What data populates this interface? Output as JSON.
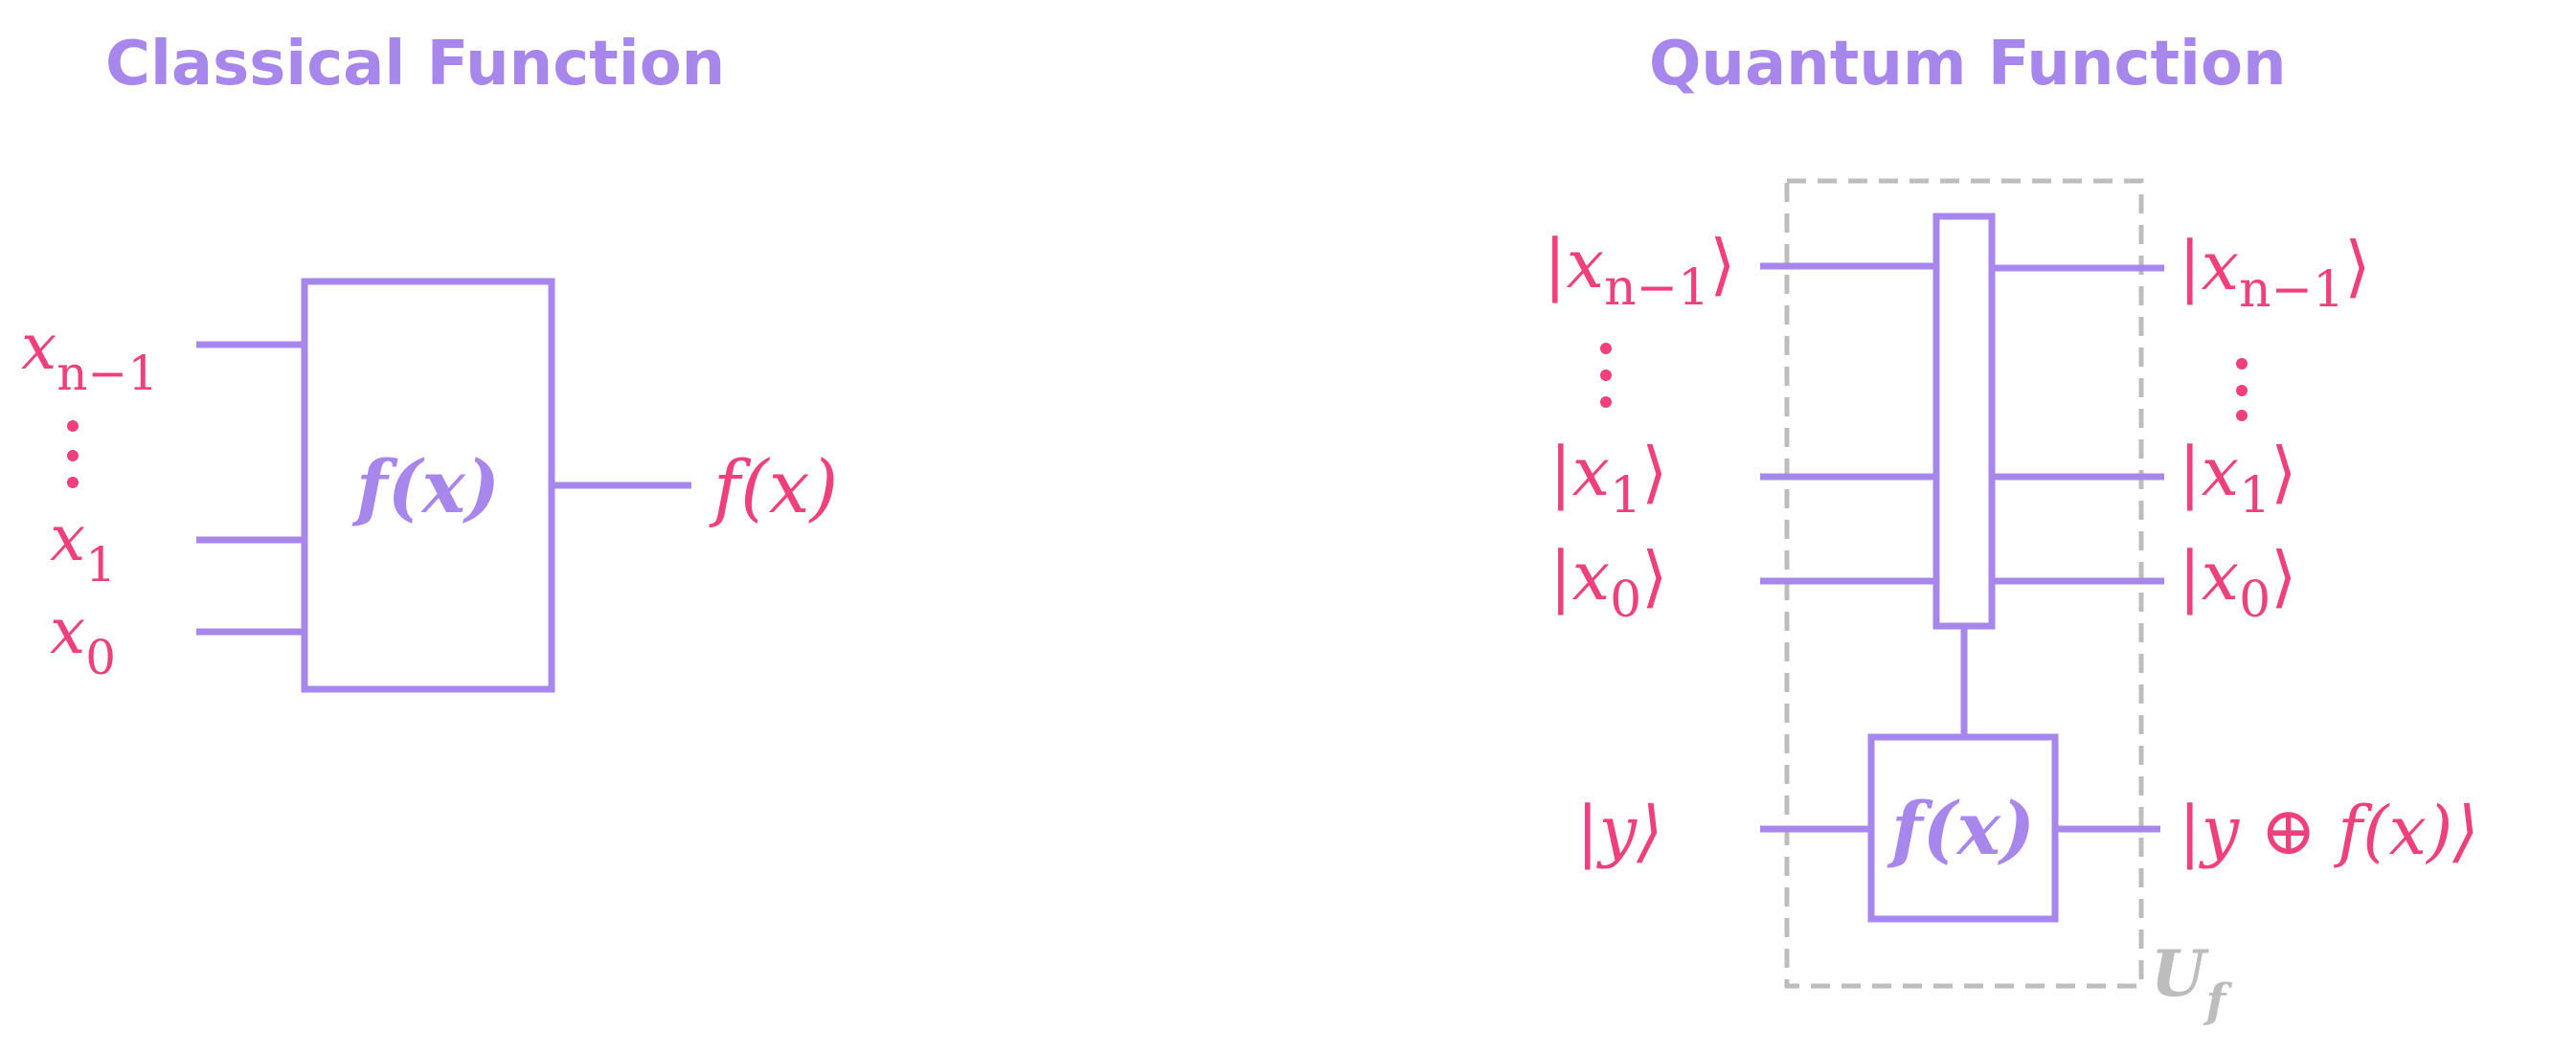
{
  "colors": {
    "wire": "#a887ec",
    "label": "#ef3f7c",
    "box_text": "#a887ec",
    "dashed": "#bdbdbd",
    "title": "#a887ec"
  },
  "classical": {
    "title": "Classical Function",
    "inputs": {
      "x_top": "x",
      "x_top_sub": "n−1",
      "x1": "x",
      "x1_sub": "1",
      "x0": "x",
      "x0_sub": "0"
    },
    "box_label": "f(x)",
    "output_label": "f(x)"
  },
  "quantum": {
    "title": "Quantum Function",
    "inputs": {
      "xn": {
        "open": "|x",
        "sub": "n−1",
        "close": "⟩"
      },
      "x1": {
        "open": "|x",
        "sub": "1",
        "close": "⟩"
      },
      "x0": {
        "open": "|x",
        "sub": "0",
        "close": "⟩"
      },
      "y": "|y⟩"
    },
    "outputs": {
      "xn": {
        "open": "|x",
        "sub": "n−1",
        "close": "⟩"
      },
      "x1": {
        "open": "|x",
        "sub": "1",
        "close": "⟩"
      },
      "x0": {
        "open": "|x",
        "sub": "0",
        "close": "⟩"
      },
      "y": "|y ⊕ f(x)⟩"
    },
    "box_label": "f(x)",
    "unitary_label": "U",
    "unitary_sub": "f"
  }
}
